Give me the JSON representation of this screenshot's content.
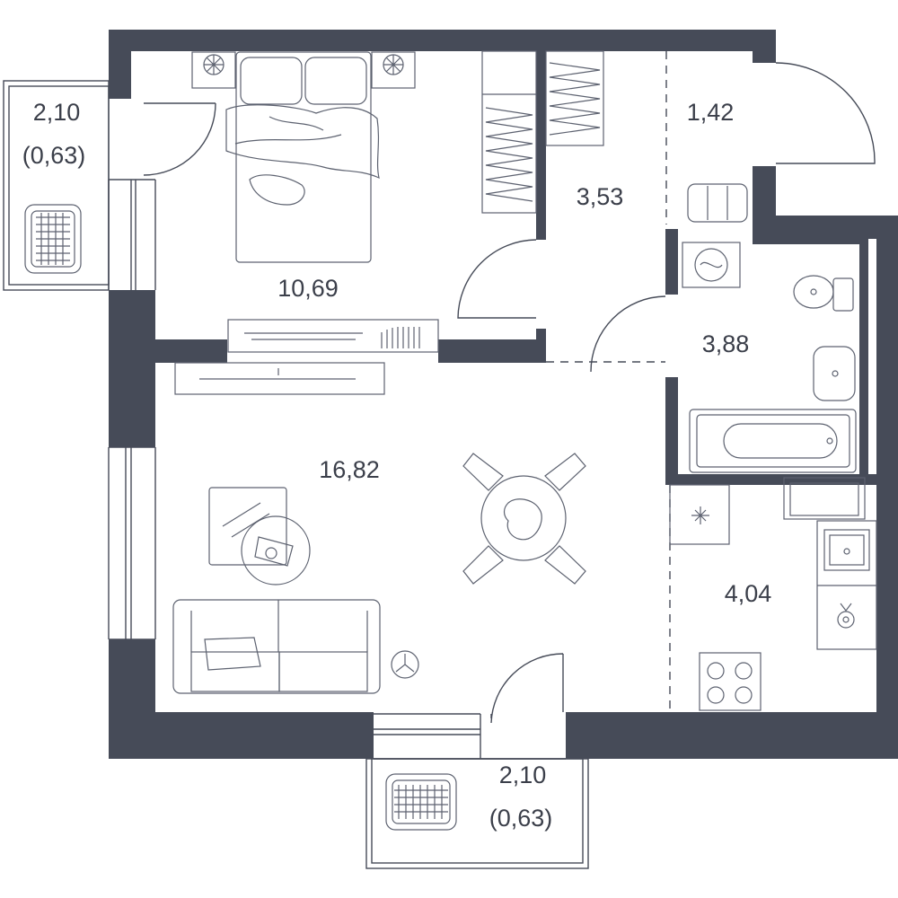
{
  "rooms": {
    "balcony_left": {
      "area": "2,10",
      "sub_area": "(0,63)"
    },
    "bedroom": {
      "area": "10,69"
    },
    "hall": {
      "area": "3,53"
    },
    "wardrobe": {
      "area": "1,42"
    },
    "bathroom": {
      "area": "3,88"
    },
    "living_room": {
      "area": "16,82"
    },
    "kitchen": {
      "area": "4,04"
    },
    "balcony_bottom": {
      "area": "2,10",
      "sub_area": "(0,63)"
    }
  },
  "colors": {
    "wall": "#464b58",
    "line": "#5d6270",
    "background": "#ffffff"
  },
  "icons": [
    "armchair-icon",
    "bed-icon",
    "wardrobe-icon",
    "tv-icon",
    "sofa-icon",
    "dining-table-icon",
    "bathtub-icon",
    "toilet-icon",
    "sink-icon",
    "washing-machine-icon",
    "stove-icon",
    "floor-lamp-icon",
    "bedside-lamp-icon"
  ]
}
